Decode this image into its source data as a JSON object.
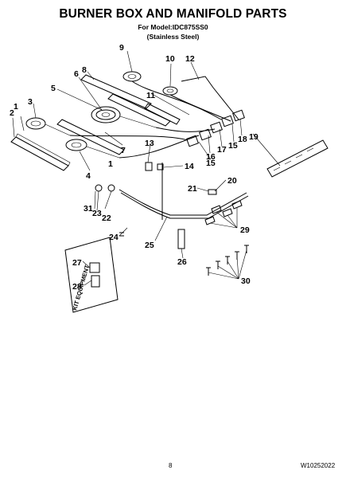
{
  "header": {
    "title": "BURNER BOX AND MANIFOLD PARTS",
    "model_line": "For Model:IDC875SS0",
    "finish_line": "(Stainless Steel)"
  },
  "callouts": [
    "1",
    "2",
    "3",
    "4",
    "5",
    "6",
    "7",
    "8",
    "9",
    "10",
    "11",
    "12",
    "13",
    "14",
    "15",
    "16",
    "17",
    "18",
    "19",
    "20",
    "21",
    "22",
    "23",
    "24",
    "25",
    "26",
    "27",
    "28",
    "29",
    "30",
    "31"
  ],
  "kit_label": "KIT EQUIPMENT",
  "footer": {
    "page_number": "8",
    "doc_code": "W10252022"
  }
}
